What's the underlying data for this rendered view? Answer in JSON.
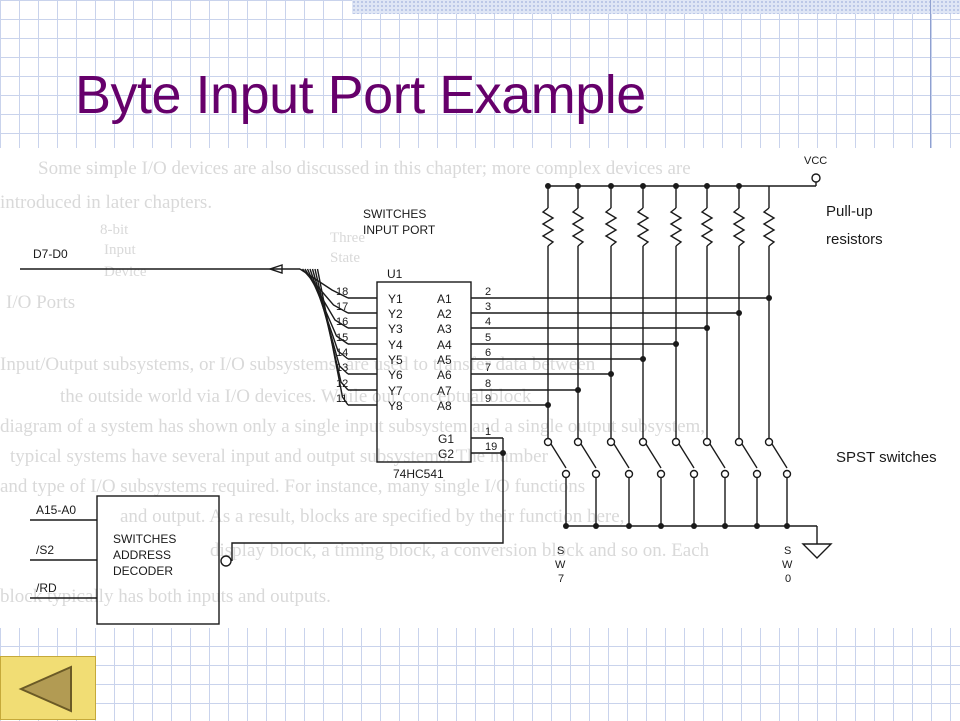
{
  "slide": {
    "title": "Byte Input Port Example"
  },
  "diagram": {
    "bg_text": [
      "Some simple I/O devices are also discussed in this chapter; more complex devices are",
      "introduced in later chapters.",
      "8-bit",
      "Input",
      "Device",
      "Three",
      "State",
      "I/O Ports",
      "Input/Output subsystems, or I/O subsystems, are used to transfer data between",
      "the outside world via I/O devices. While our conceptual block",
      "diagram of a system has shown only a single input subsystem and a single output subsystem,",
      "typical systems have several input and output subsystems. The number",
      "and type of I/O subsystems required. For instance, many single I/O functions",
      "and output. As a result, blocks are specified by their function here,",
      "display block, a timing block, a conversion block and so on. Each",
      "block typically has both inputs and outputs."
    ],
    "labels": {
      "bus": "D7-D0",
      "port_title_1": "SWITCHES",
      "port_title_2": "INPUT PORT",
      "chip_ref": "U1",
      "chip_part": "74HC541",
      "decoder_1": "SWITCHES",
      "decoder_2": "ADDRESS",
      "decoder_3": "DECODER",
      "vcc": "VCC",
      "pullup_1": "Pull-up",
      "pullup_2": "resistors",
      "switches": "SPST switches",
      "sw_left": "S",
      "sw_left_w": "W",
      "sw_left_n": "7",
      "sw_right": "S",
      "sw_right_w": "W",
      "sw_right_n": "0"
    },
    "chip_pins_y": [
      {
        "label": "Y1",
        "pin": "18"
      },
      {
        "label": "Y2",
        "pin": "17"
      },
      {
        "label": "Y3",
        "pin": "16"
      },
      {
        "label": "Y4",
        "pin": "15"
      },
      {
        "label": "Y5",
        "pin": "14"
      },
      {
        "label": "Y6",
        "pin": "13"
      },
      {
        "label": "Y7",
        "pin": "12"
      },
      {
        "label": "Y8",
        "pin": "11"
      }
    ],
    "chip_pins_a": [
      {
        "label": "A1",
        "pin": "2"
      },
      {
        "label": "A2",
        "pin": "3"
      },
      {
        "label": "A3",
        "pin": "4"
      },
      {
        "label": "A4",
        "pin": "5"
      },
      {
        "label": "A5",
        "pin": "6"
      },
      {
        "label": "A6",
        "pin": "7"
      },
      {
        "label": "A7",
        "pin": "8"
      },
      {
        "label": "A8",
        "pin": "9"
      }
    ],
    "gate_pins": [
      {
        "label": "G1",
        "pin": "1"
      },
      {
        "label": "G2",
        "pin": "19"
      }
    ],
    "decoder_inputs": [
      "A15-A0",
      "/S2",
      "/RD"
    ]
  },
  "nav": {
    "back_icon": "triangle-left-icon"
  },
  "colors": {
    "title": "#66006b",
    "grid": "#c9d3ec",
    "button": "#f1dd74",
    "icon": "#b29b53"
  }
}
